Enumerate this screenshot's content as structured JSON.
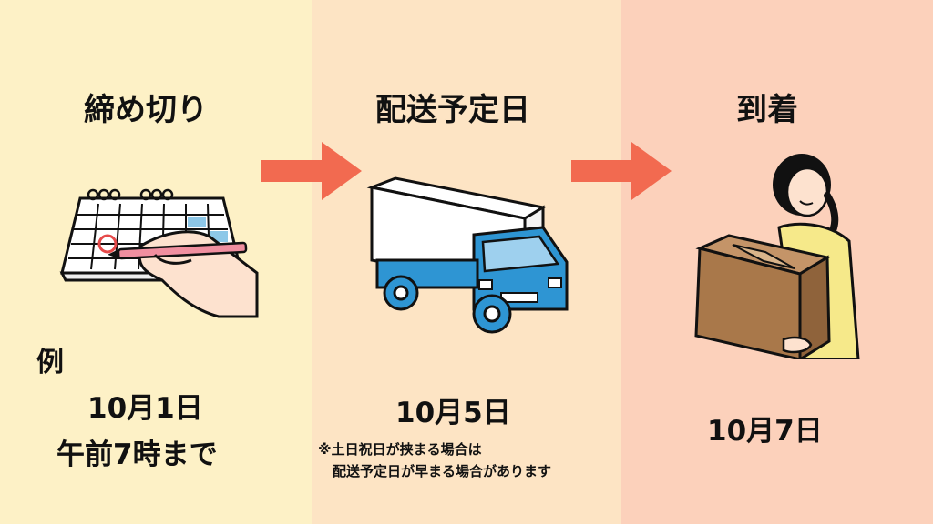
{
  "steps": [
    {
      "heading": "締め切り",
      "example_label": "例",
      "date": "10月1日",
      "time": "午前7時まで",
      "icon": "calendar-writing-icon"
    },
    {
      "heading": "配送予定日",
      "date": "10月5日",
      "note_line1": "※土日祝日が挟まる場合は",
      "note_line2": "配送予定日が早まる場合があります",
      "icon": "delivery-truck-icon"
    },
    {
      "heading": "到着",
      "date": "10月7日",
      "icon": "person-holding-box-icon"
    }
  ],
  "colors": {
    "panel1": "#fdf1c6",
    "panel2": "#fde4c4",
    "panel3": "#fcd1bb",
    "arrow": "#f26a50",
    "truck": "#2e95d3",
    "box": "#a9784a"
  }
}
